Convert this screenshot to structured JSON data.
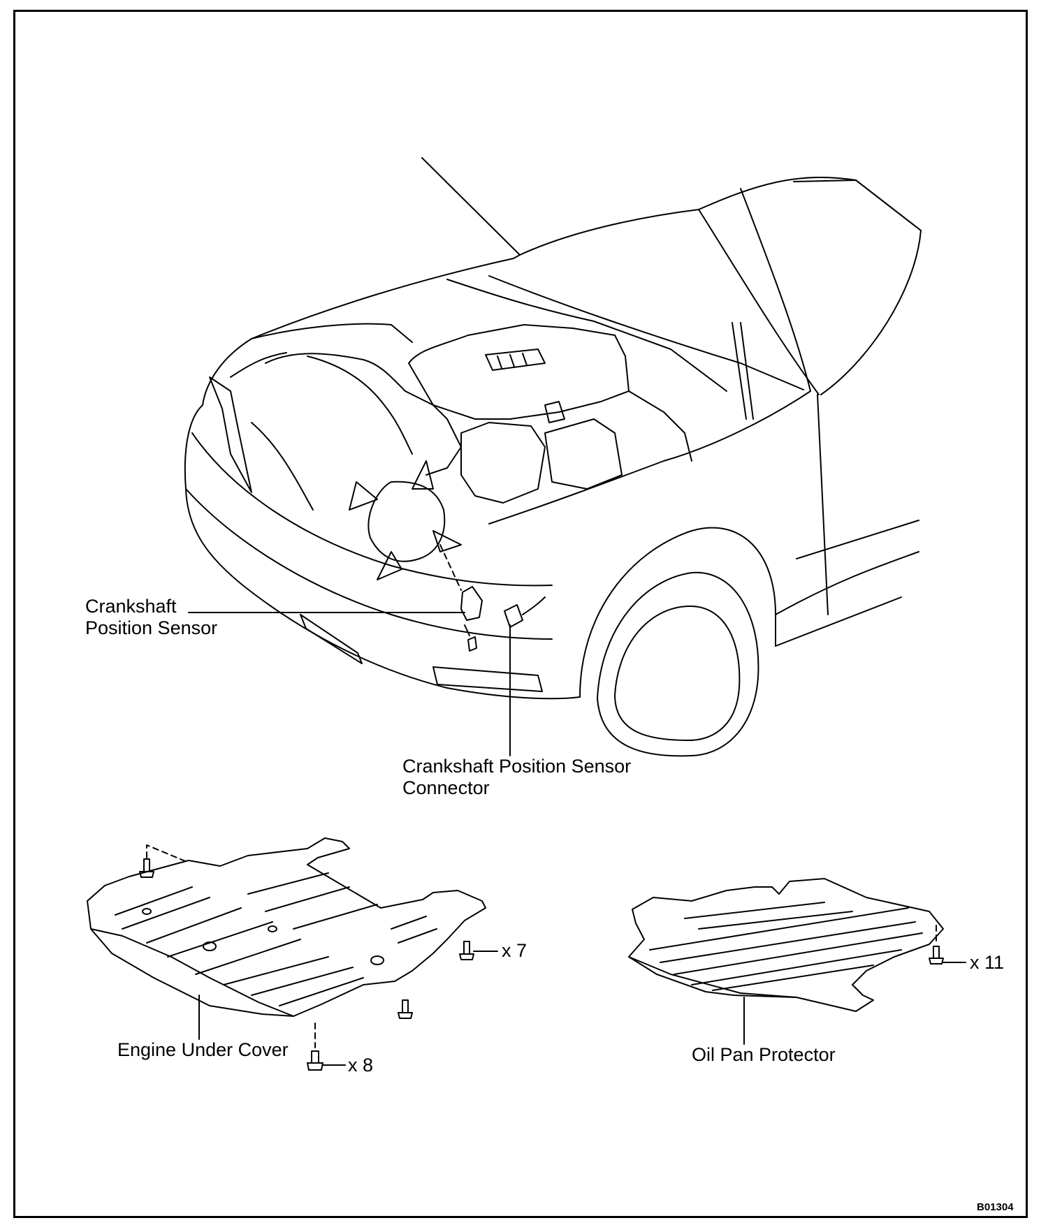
{
  "labels": {
    "crankshaft_sensor_line1": "Crankshaft",
    "crankshaft_sensor_line2": "Position Sensor",
    "connector_line1": "Crankshaft Position Sensor",
    "connector_line2": "Connector",
    "engine_under_cover": "Engine Under Cover",
    "oil_pan_protector": "Oil Pan Protector"
  },
  "quantities": {
    "cover_side_bolts": "x 7",
    "cover_front_bolts": "x 8",
    "protector_bolts": "x 11"
  },
  "figure_code": "B01304"
}
